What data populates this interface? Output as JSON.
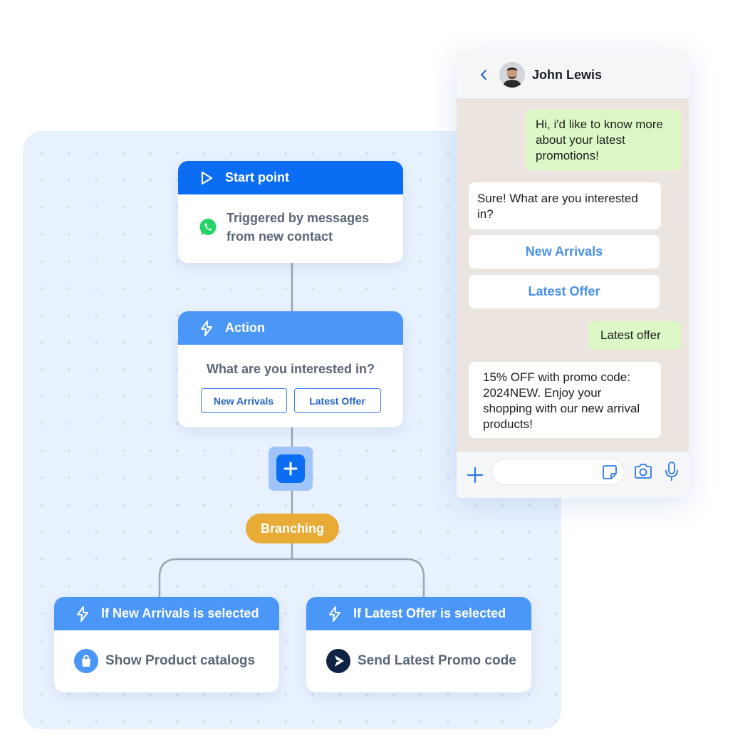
{
  "flow": {
    "start_card": {
      "title": "Start point",
      "trigger_text": "Triggered by messages from new contact",
      "icon": "play-icon",
      "trigger_icon": "whatsapp-icon"
    },
    "action_card": {
      "title": "Action",
      "icon": "lightning-icon",
      "question": "What are you interested in?",
      "options": [
        "New Arrivals",
        "Latest Offer"
      ]
    },
    "add_step": {
      "icon": "plus-icon"
    },
    "branching_label": "Branching",
    "branches": [
      {
        "title": "If New Arrivals is selected",
        "action": "Show Product catalogs",
        "icon": "shopping-bag-icon"
      },
      {
        "title": "If Latest Offer is selected",
        "action": "Send Latest Promo code",
        "icon": "promo-send-icon"
      }
    ]
  },
  "chat": {
    "contact_name": "John Lewis",
    "messages": [
      {
        "direction": "outgoing",
        "text": "Hi, i'd like to know more about your latest promotions!"
      },
      {
        "direction": "incoming",
        "text": "Sure! What are you interested in?"
      },
      {
        "direction": "outgoing",
        "text": "Latest offer"
      },
      {
        "direction": "incoming",
        "text": "15% OFF with promo code: 2024NEW.  Enjoy your shopping with our new arrival products!"
      }
    ],
    "quick_replies": [
      "New Arrivals",
      "Latest Offer"
    ],
    "composer": {
      "placeholder": ""
    }
  },
  "colors": {
    "primary_blue": "#0b6cf4",
    "light_blue": "#4b97f8",
    "branch_orange": "#e8ab36",
    "chat_outgoing": "#dcf8c6",
    "chat_background": "#ece5df",
    "whatsapp_green": "#25d366"
  }
}
